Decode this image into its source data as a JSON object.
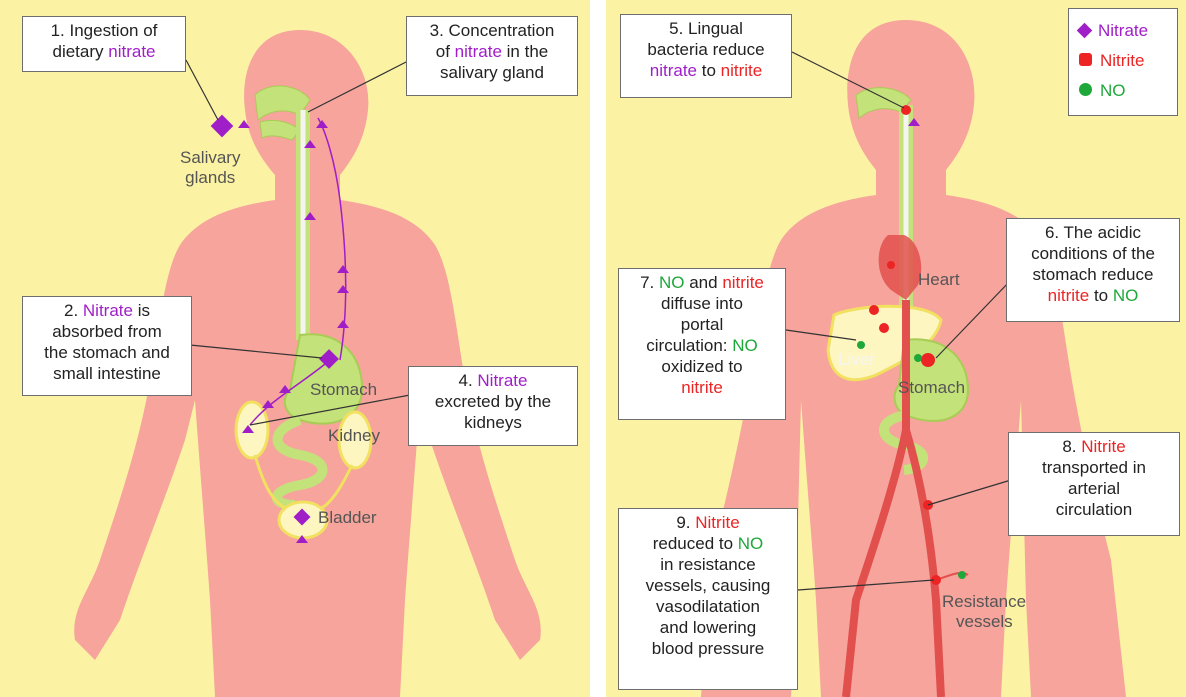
{
  "colors": {
    "nitrate": "#a01ec8",
    "nitrite": "#ec2424",
    "no": "#1fa83a",
    "background": "#fbf3a3",
    "body": "#f6a49c",
    "gut": "#c4e27a"
  },
  "left": {
    "box1": {
      "prefix": "1. Ingestion of",
      "mid": "dietary ",
      "nitrate": "nitrate"
    },
    "box2": {
      "prefix": "2. ",
      "nitrate": "Nitrate",
      "rest1": " is",
      "rest2": "absorbed from",
      "rest3": "the stomach and",
      "rest4": "small intestine"
    },
    "box3": {
      "line1": "3. Concentration",
      "pre": "of ",
      "nitrate": "nitrate",
      "post": " in the",
      "line3": "salivary gland"
    },
    "box4": {
      "pre": "4. ",
      "nitrate": "Nitrate",
      "line2": "excreted by the",
      "line3": "kidneys"
    },
    "labels": {
      "salivary1": "Salivary",
      "salivary2": "glands",
      "stomach": "Stomach",
      "kidney": "Kidney",
      "bladder": "Bladder"
    }
  },
  "right": {
    "box5": {
      "line1": "5. Lingual",
      "line2": "bacteria reduce",
      "nitrate": "nitrate",
      "to": " to ",
      "nitrite": "nitrite"
    },
    "box6": {
      "line1": "6. The acidic",
      "line2": "conditions of the",
      "line3": "stomach reduce",
      "nitrite": "nitrite",
      "to": " to ",
      "no": "NO"
    },
    "box7": {
      "pre": "7. ",
      "no1": "NO",
      "and": " and ",
      "nitrite1": "nitrite",
      "line2": "diffuse into",
      "line3": "portal",
      "line4": "circulation: ",
      "no2": "NO",
      "line5": "oxidized to",
      "nitrite2": "nitrite"
    },
    "box8": {
      "pre": "8. ",
      "nitrite": "Nitrite",
      "line2": "transported in",
      "line3": "arterial",
      "line4": "circulation"
    },
    "box9": {
      "pre": "9. ",
      "nitrite": "Nitrite",
      "line2a": "reduced to ",
      "no": "NO",
      "line3": "in resistance",
      "line4": "vessels, causing",
      "line5": "vasodilatation",
      "line6": "and lowering",
      "line7": "blood pressure"
    },
    "labels": {
      "heart": "Heart",
      "liver": "Liver",
      "stomach": "Stomach",
      "resistance1": "Resistance",
      "resistance2": "vessels"
    },
    "legend": {
      "nitrate": "Nitrate",
      "nitrite": "Nitrite",
      "no": "NO"
    }
  }
}
